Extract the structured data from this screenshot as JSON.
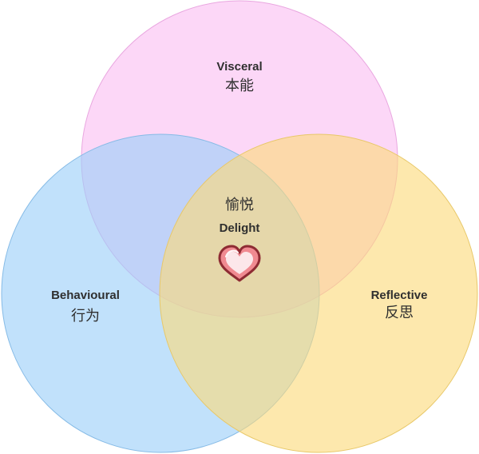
{
  "diagram": {
    "visceral": {
      "label_en": "Visceral",
      "label_zh": "本能",
      "fill": "#FBC8F4",
      "stroke": "#E9A7E0"
    },
    "behavioural": {
      "label_en": "Behavioural",
      "label_zh": "行为",
      "fill": "#9BCFF8",
      "stroke": "#86BBE6"
    },
    "reflective": {
      "label_en": "Reflective",
      "label_zh": "反思",
      "fill": "#FBDA7A",
      "stroke": "#E8C869"
    },
    "center": {
      "label_zh": "愉悦",
      "label_en": "Delight",
      "icon": "heart-icon"
    }
  }
}
